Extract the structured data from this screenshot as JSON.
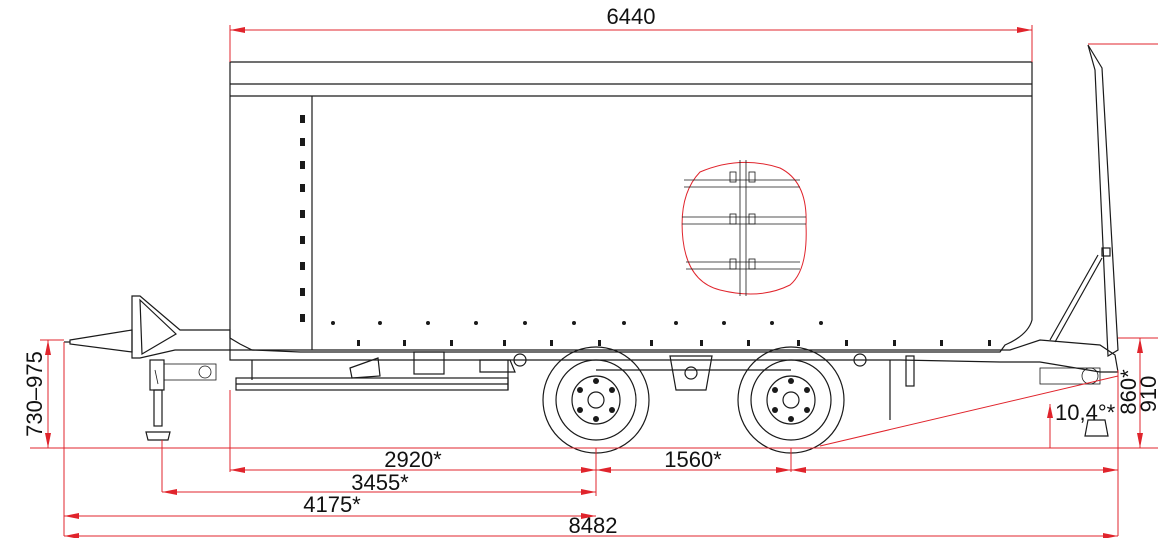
{
  "dimensions": {
    "body_length": "6440",
    "wheelbase_front": "2920*",
    "axle_spacing": "1560*",
    "front_to_axle_a": "3455*",
    "front_to_axle_b": "4175*",
    "overall_length": "8482",
    "coupling_height": "730–975",
    "ramp_angle": "10,4°*",
    "rear_height_a": "860*",
    "rear_height_b": "910"
  },
  "colors": {
    "dimension_line": "#e0242c",
    "outline": "#1a1a1a"
  }
}
